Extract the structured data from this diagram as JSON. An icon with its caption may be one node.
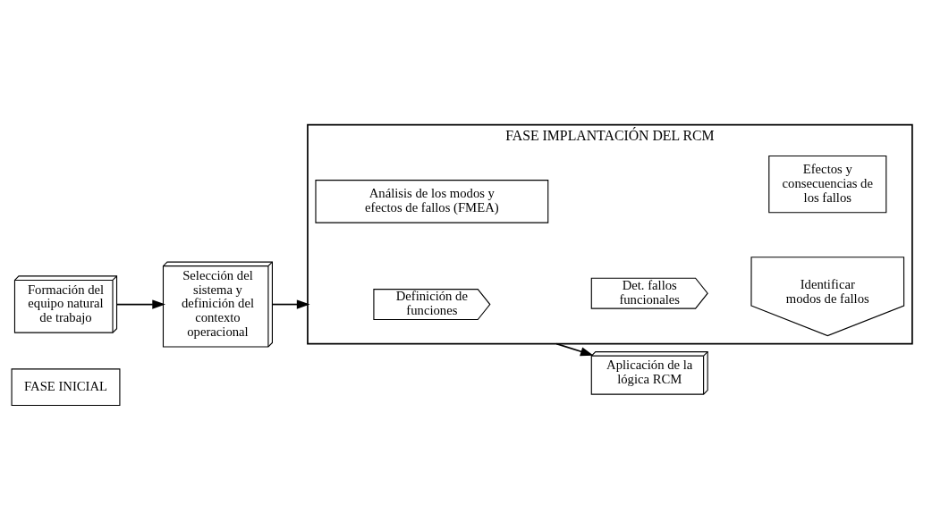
{
  "diagram": {
    "nodes": [
      {
        "text": [
          "FASE INICIAL"
        ]
      },
      {
        "text": [
          "Formación del equipo natural de trabajo"
        ]
      },
      {
        "text": [
          "Selección del sistema y definición del contexto operacional"
        ]
      },
      {
        "text": [
          "FASE IMPLANTACIÓN DEL RCM"
        ]
      },
      {
        "text": [
          "Análisis de los modos y efectos de fallos (FMEA)"
        ],
        "in": 3
      },
      {
        "text": [
          "Definición de funciones"
        ],
        "in": 3
      },
      {
        "text": [
          "Det. fallos funcionales"
        ],
        "in": 3
      },
      {
        "text": [
          "Identificar modos de fallos"
        ],
        "in": 3
      },
      {
        "text": [
          "Efectos y consecuencias de los fallos"
        ],
        "in": 3
      },
      {
        "text": [
          "Aplicación de la lógica RCM"
        ]
      }
    ],
    "edges": [
      {
        "from": 1,
        "to": 2,
        "arrow": "to"
      },
      {
        "from": 2,
        "to": 3,
        "arrow": "to"
      },
      {
        "from": 3,
        "to": 9,
        "arrow": "to"
      }
    ]
  }
}
